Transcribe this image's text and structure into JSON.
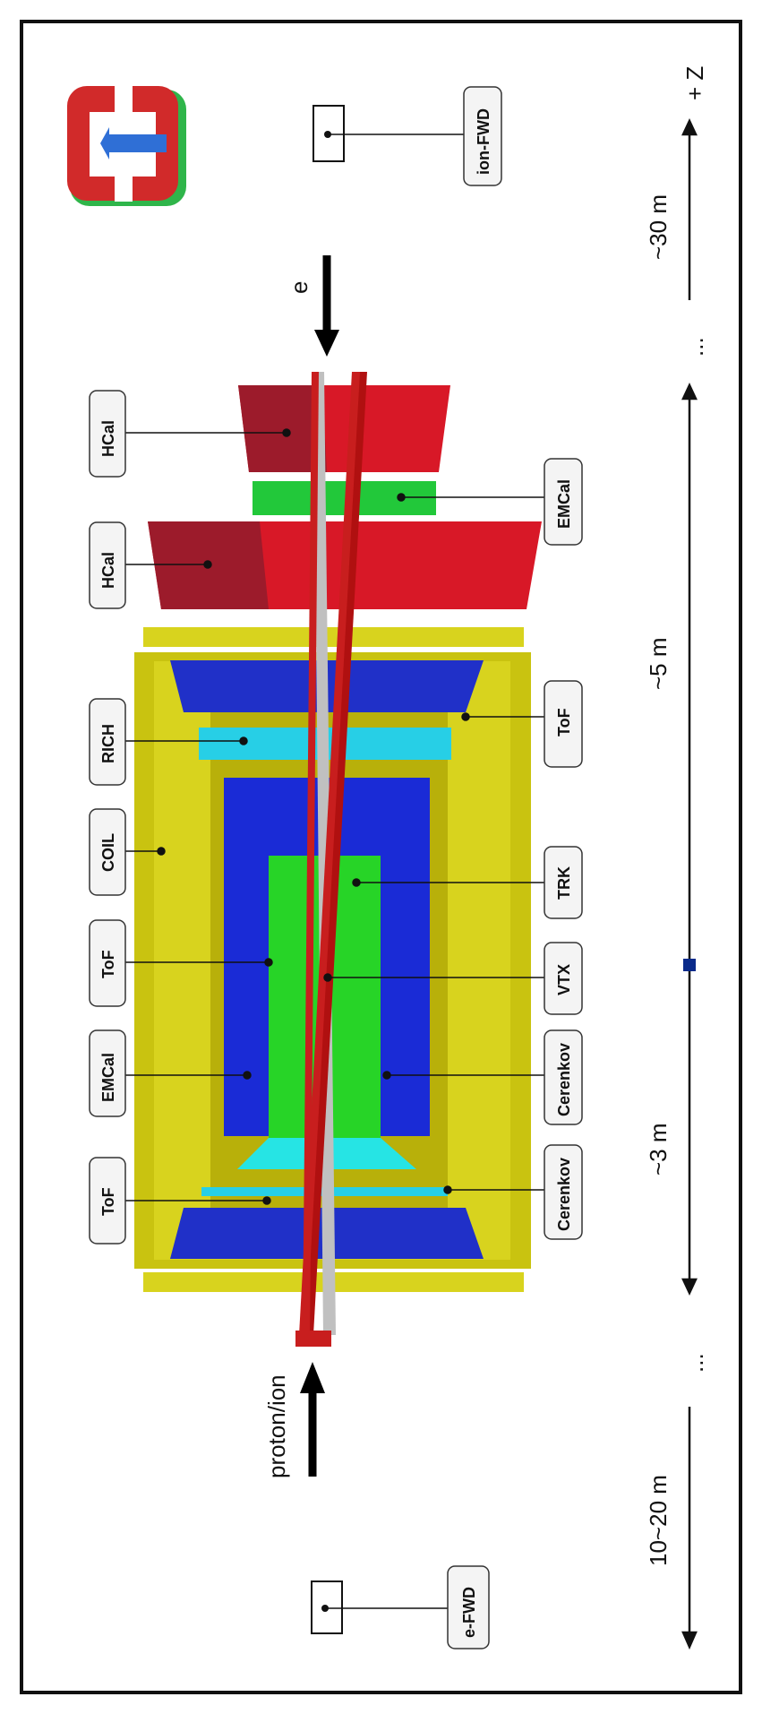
{
  "labels_left": {
    "hcal_outer": "HCal",
    "hcal_inner": "HCal",
    "rich": "RICH",
    "coil": "COIL",
    "tof_mid": "ToF",
    "emcal": "EMCal",
    "tof_back": "ToF"
  },
  "labels_right": {
    "ion_fwd": "ion-FWD",
    "emcal_fwd": "EMCal",
    "tof_fwd": "ToF",
    "trk": "TRK",
    "vtx": "VTX",
    "cerenkov_1": "Cerenkov",
    "cerenkov_2": "Cerenkov",
    "e_fwd": "e-FWD"
  },
  "beams": {
    "electron": "e",
    "hadron": "proton/ion"
  },
  "axis": {
    "z_label": "+ Z",
    "dist_ion_fwd": "~30 m",
    "dist_forward": "~5 m",
    "dist_backward": "~3 m",
    "dist_e_fwd": "10~20 m",
    "ellipsis_top": "...",
    "ellipsis_bottom": "..."
  },
  "colors": {
    "yellow": "#d4cf1a",
    "blue": "#1a2bd6",
    "green": "#2fd42f",
    "cyan": "#29d6e6",
    "red": "#e0182b",
    "darkred": "#9c1b2b",
    "beam": "#c81e1e"
  },
  "icons": [
    "logo-icon"
  ]
}
